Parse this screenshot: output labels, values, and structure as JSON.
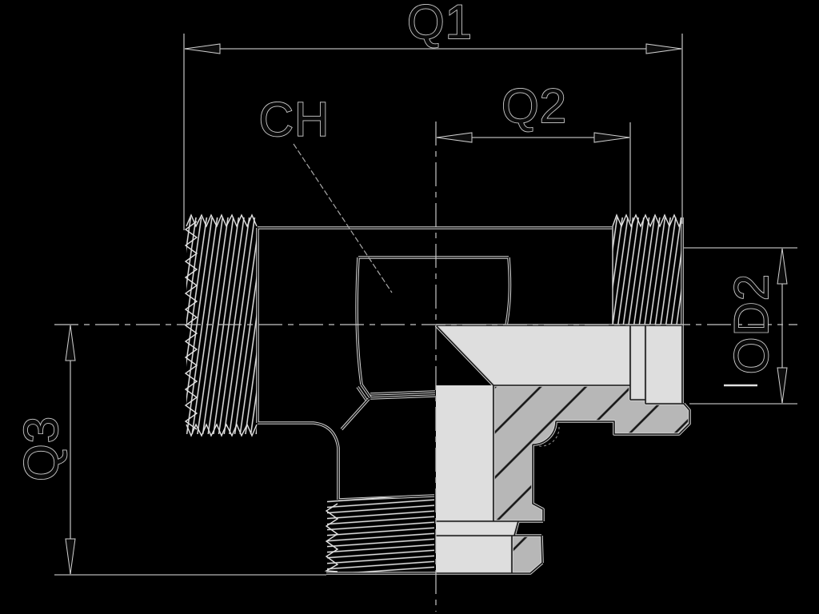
{
  "drawing": {
    "type": "sectional technical drawing of a male-threaded tee fitting",
    "labels": {
      "q1": "Q1",
      "q2": "Q2",
      "q3": "Q3",
      "ch": "CH",
      "od2": "OD2"
    },
    "colors": {
      "background": "#000000",
      "line_light": "#d6d6d6",
      "dimension_line": "#b6b6b6",
      "fill_bore_light": "#dedede",
      "fill_section_gray": "#b7b7b7",
      "hatch_line": "#161616",
      "label_fill": "#0a0a0a",
      "label_halo": "#cfcfcf"
    }
  }
}
